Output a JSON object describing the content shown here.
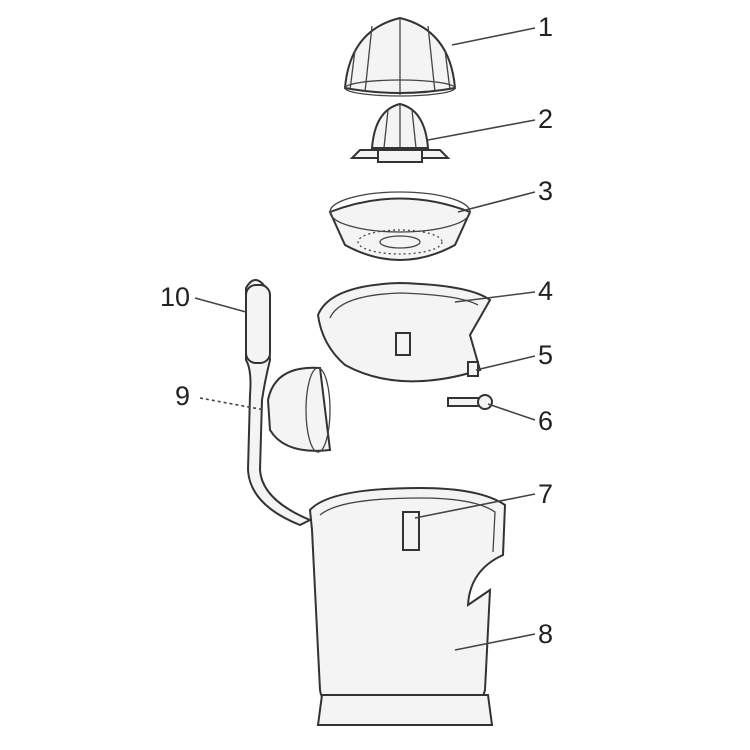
{
  "diagram": {
    "type": "exploded-parts-view",
    "parts": [
      {
        "number": "1"
      },
      {
        "number": "2"
      },
      {
        "number": "3"
      },
      {
        "number": "4"
      },
      {
        "number": "5"
      },
      {
        "number": "6"
      },
      {
        "number": "7"
      },
      {
        "number": "8"
      },
      {
        "number": "9"
      },
      {
        "number": "10"
      }
    ]
  }
}
